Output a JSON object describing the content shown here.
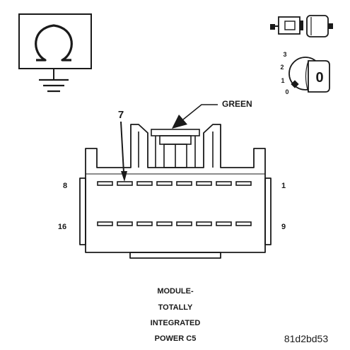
{
  "symbols": {
    "ohmmeter": "ohmmeter-ground-icon",
    "connector_plug": "connector-disconnected-icon",
    "ignition_key": "ignition-key-icon",
    "key_positions": [
      "0",
      "1",
      "2",
      "3"
    ],
    "key_current": "0"
  },
  "connector": {
    "color_label": "GREEN",
    "pointer_pin": "7",
    "pin_label_top_left": "8",
    "pin_label_top_right": "1",
    "pin_label_bottom_left": "16",
    "pin_label_bottom_right": "9"
  },
  "caption": {
    "lines": [
      "MODULE-",
      "TOTALLY",
      "INTEGRATED",
      "POWER C5"
    ]
  },
  "figure_id": "81d2bd53",
  "colors": {
    "ink": "#1a1a1a",
    "background": "#ffffff"
  }
}
